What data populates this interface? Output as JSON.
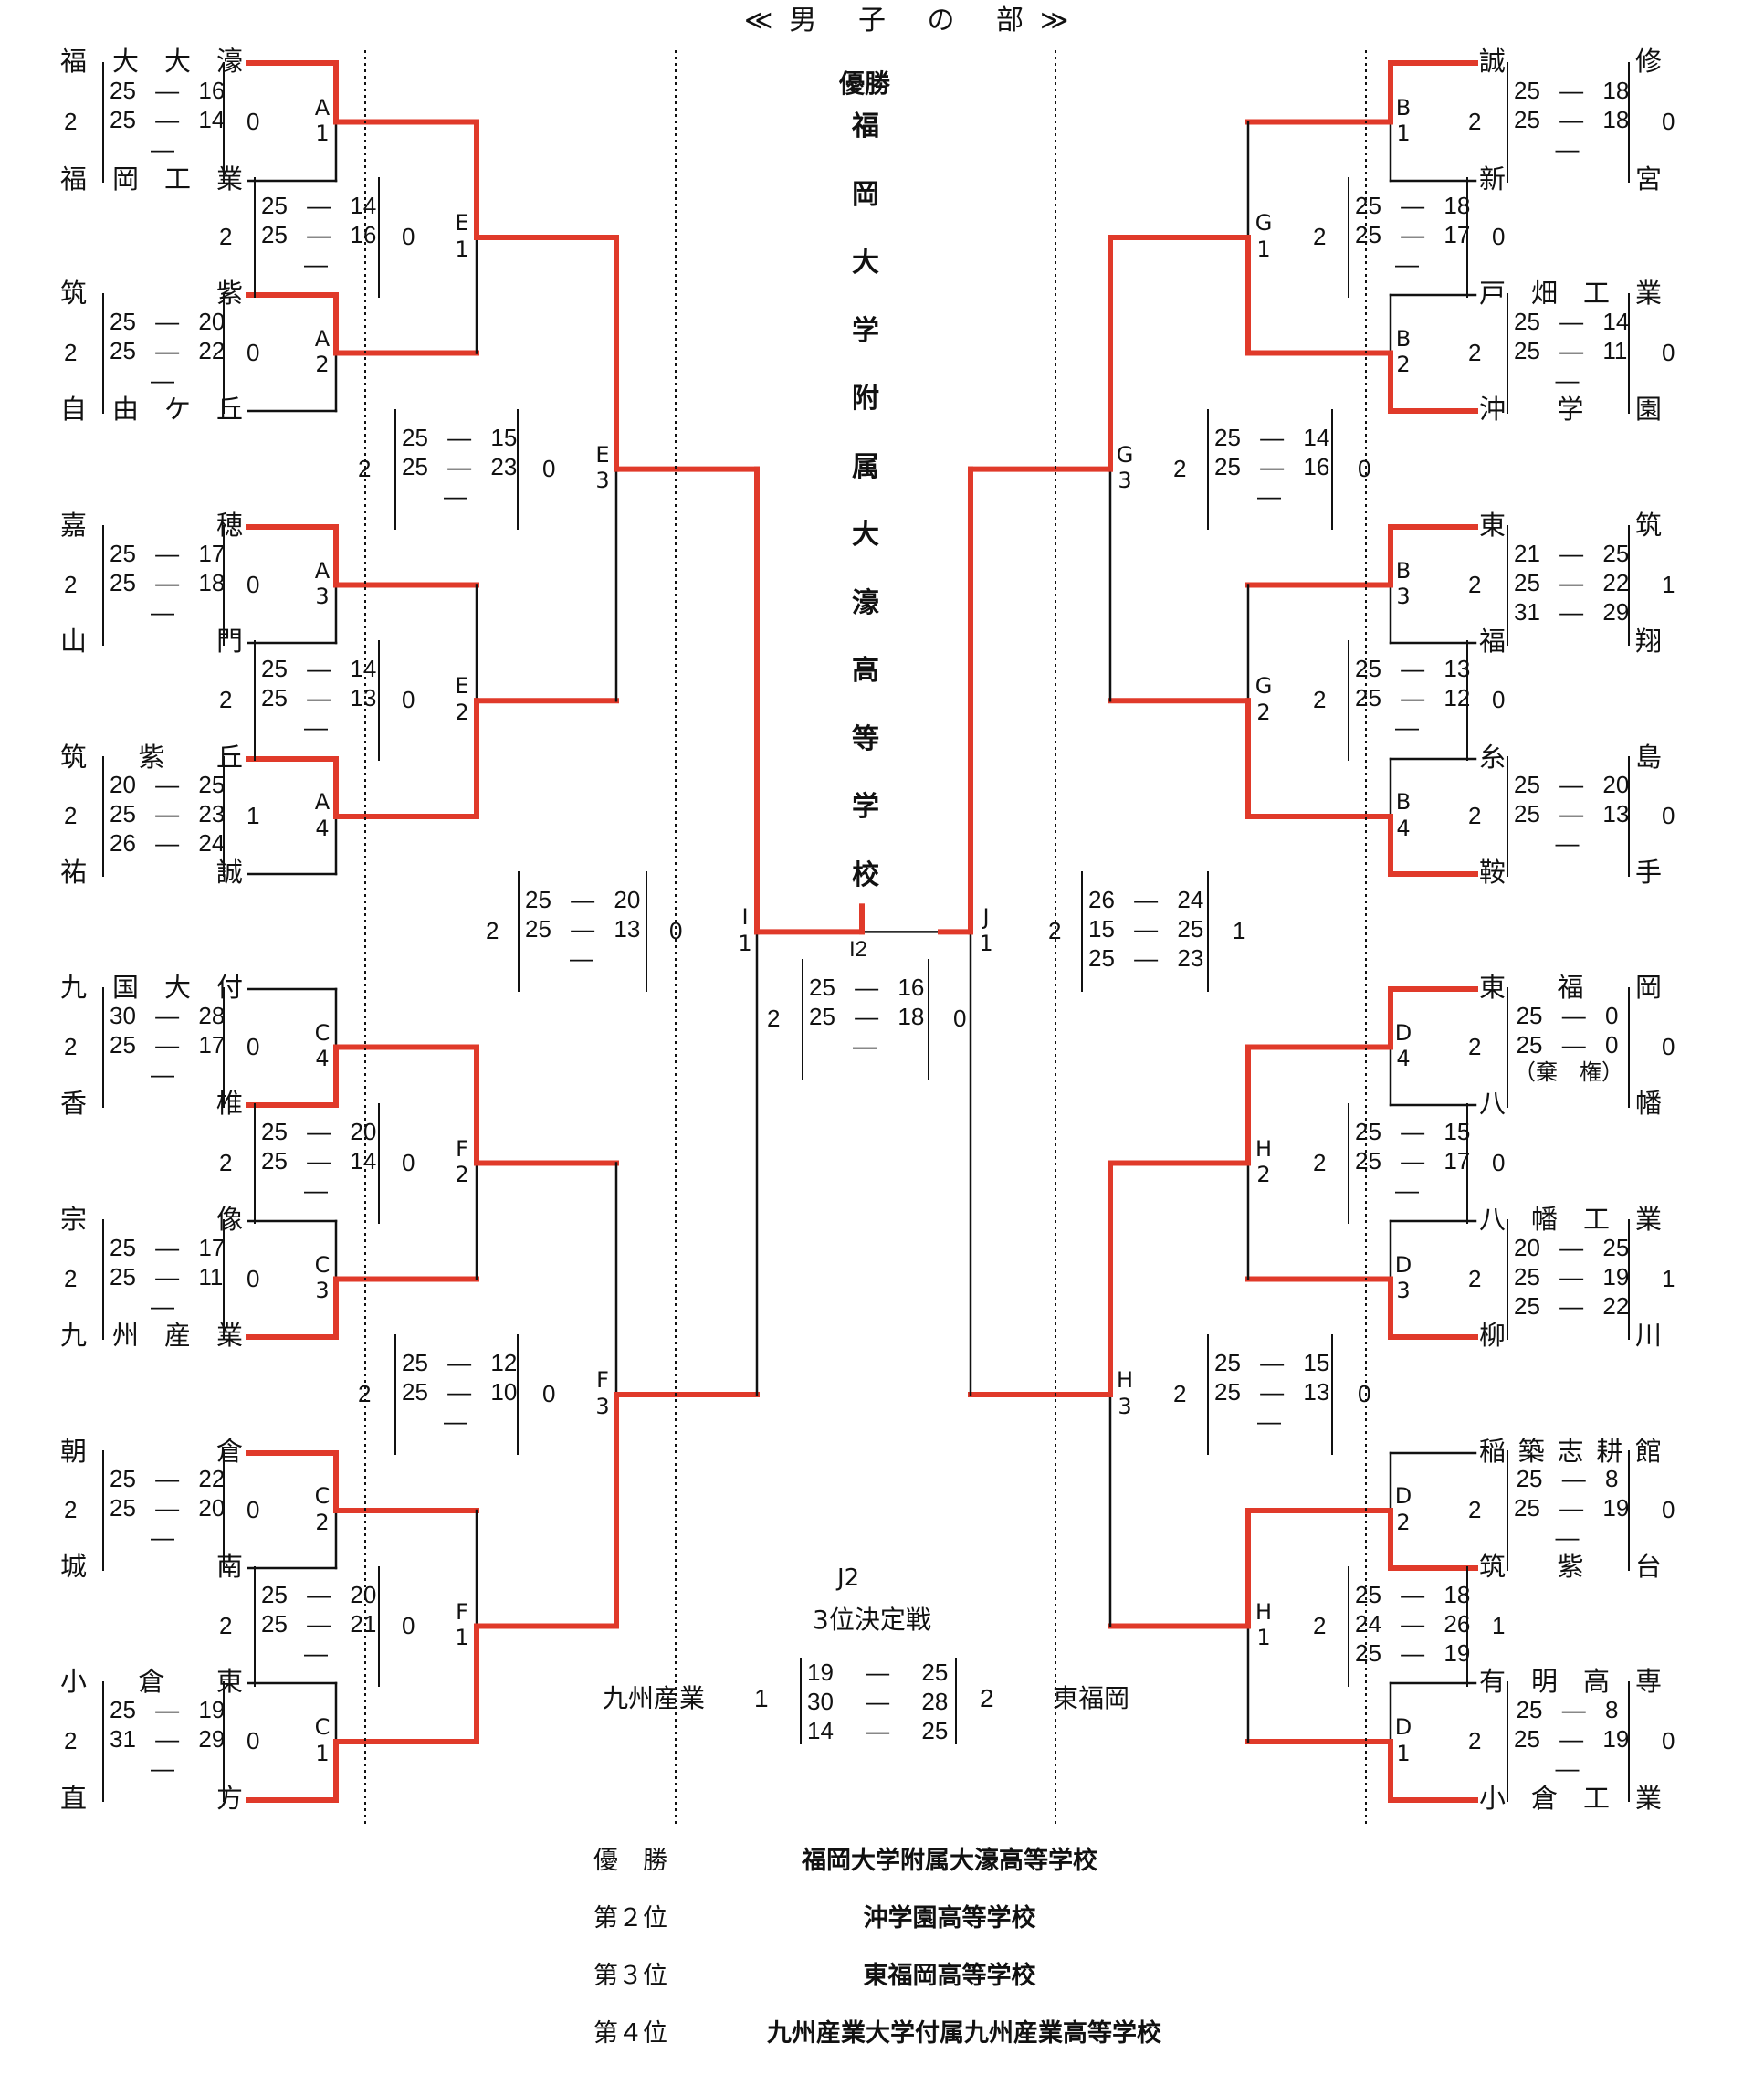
{
  "title": "≪男 子 の 部≫",
  "champion_banner": {
    "label": "優勝",
    "name_chars": [
      "福",
      "岡",
      "大",
      "学",
      "附",
      "属",
      "大",
      "濠",
      "高",
      "等",
      "学",
      "校"
    ]
  },
  "colors": {
    "winner_line": "#e03a2a",
    "line": "#111111"
  },
  "left_teams": [
    [
      "福",
      "大",
      "大",
      "濠"
    ],
    [
      "福",
      "岡",
      "工",
      "業"
    ],
    [
      "筑",
      "紫"
    ],
    [
      "自",
      "由",
      "ケ",
      "丘"
    ],
    [
      "嘉",
      "穂"
    ],
    [
      "山",
      "門"
    ],
    [
      "筑",
      "紫",
      "丘"
    ],
    [
      "祐",
      "誠"
    ],
    [
      "九",
      "国",
      "大",
      "付"
    ],
    [
      "香",
      "椎"
    ],
    [
      "宗",
      "像"
    ],
    [
      "九",
      "州",
      "産",
      "業"
    ],
    [
      "朝",
      "倉"
    ],
    [
      "城",
      "南"
    ],
    [
      "小",
      "倉",
      "東"
    ],
    [
      "直",
      "方"
    ]
  ],
  "right_teams": [
    [
      "誠",
      "修"
    ],
    [
      "新",
      "宮"
    ],
    [
      "戸",
      "畑",
      "工",
      "業"
    ],
    [
      "沖",
      "学",
      "園"
    ],
    [
      "東",
      "筑"
    ],
    [
      "福",
      "翔"
    ],
    [
      "糸",
      "島"
    ],
    [
      "鞍",
      "手"
    ],
    [
      "東",
      "福",
      "岡"
    ],
    [
      "八",
      "幡"
    ],
    [
      "八",
      "幡",
      "工",
      "業"
    ],
    [
      "柳",
      "川"
    ],
    [
      "稲",
      "築",
      "志",
      "耕",
      "館"
    ],
    [
      "筑",
      "紫",
      "台"
    ],
    [
      "有",
      "明",
      "高",
      "専"
    ],
    [
      "小",
      "倉",
      "工",
      "業"
    ]
  ],
  "matches": {
    "A1": {
      "label": [
        "A",
        "1"
      ],
      "w": "2",
      "l": "0",
      "sets": [
        "25 — 16",
        "25 — 14",
        "—"
      ]
    },
    "A2": {
      "label": [
        "A",
        "2"
      ],
      "w": "2",
      "l": "0",
      "sets": [
        "25 — 20",
        "25 — 22",
        "—"
      ]
    },
    "A3": {
      "label": [
        "A",
        "3"
      ],
      "w": "2",
      "l": "0",
      "sets": [
        "25 — 17",
        "25 — 18",
        "—"
      ]
    },
    "A4": {
      "label": [
        "A",
        "4"
      ],
      "w": "2",
      "l": "1",
      "sets": [
        "20 — 25",
        "25 — 23",
        "26 — 24"
      ]
    },
    "C4": {
      "label": [
        "C",
        "4"
      ],
      "w": "2",
      "l": "0",
      "sets": [
        "30 — 28",
        "25 — 17",
        "—"
      ]
    },
    "C3": {
      "label": [
        "C",
        "3"
      ],
      "w": "2",
      "l": "0",
      "sets": [
        "25 — 17",
        "25 — 11",
        "—"
      ]
    },
    "C2": {
      "label": [
        "C",
        "2"
      ],
      "w": "2",
      "l": "0",
      "sets": [
        "25 — 22",
        "25 — 20",
        "—"
      ]
    },
    "C1": {
      "label": [
        "C",
        "1"
      ],
      "w": "2",
      "l": "0",
      "sets": [
        "25 — 19",
        "31 — 29",
        "—"
      ]
    },
    "E1": {
      "label": [
        "E",
        "1"
      ],
      "w": "2",
      "l": "0",
      "sets": [
        "25 — 14",
        "25 — 16",
        "—"
      ]
    },
    "E2": {
      "label": [
        "E",
        "2"
      ],
      "w": "2",
      "l": "0",
      "sets": [
        "25 — 14",
        "25 — 13",
        "—"
      ]
    },
    "F2": {
      "label": [
        "F",
        "2"
      ],
      "w": "2",
      "l": "0",
      "sets": [
        "25 — 20",
        "25 — 14",
        "—"
      ]
    },
    "F1": {
      "label": [
        "F",
        "1"
      ],
      "w": "2",
      "l": "0",
      "sets": [
        "25 — 20",
        "25 — 21",
        "—"
      ]
    },
    "E3": {
      "label": [
        "E",
        "3"
      ],
      "w": "2",
      "l": "0",
      "sets": [
        "25 — 15",
        "25 — 23",
        "—"
      ]
    },
    "F3": {
      "label": [
        "F",
        "3"
      ],
      "w": "2",
      "l": "0",
      "sets": [
        "25 — 12",
        "25 — 10",
        "—"
      ]
    },
    "I1": {
      "label": [
        "I",
        "1"
      ],
      "w": "2",
      "l": "0",
      "sets": [
        "25 — 20",
        "25 — 13",
        "—"
      ]
    },
    "I2": {
      "label": "I2",
      "w": "2",
      "l": "0",
      "sets": [
        "25 — 16",
        "25 — 18",
        "—"
      ]
    },
    "J1": {
      "label": [
        "J",
        "1"
      ],
      "w": "2",
      "l": "1",
      "sets": [
        "26 — 24",
        "15 — 25",
        "25 — 23"
      ]
    },
    "B1": {
      "label": [
        "B",
        "1"
      ],
      "w": "2",
      "l": "0",
      "sets": [
        "25 — 18",
        "25 — 18",
        "—"
      ]
    },
    "B2": {
      "label": [
        "B",
        "2"
      ],
      "w": "2",
      "l": "0",
      "sets": [
        "25 — 14",
        "25 — 11",
        "—"
      ]
    },
    "B3": {
      "label": [
        "B",
        "3"
      ],
      "w": "2",
      "l": "1",
      "sets": [
        "21 — 25",
        "25 — 22",
        "31 — 29"
      ]
    },
    "B4": {
      "label": [
        "B",
        "4"
      ],
      "w": "2",
      "l": "0",
      "sets": [
        "25 — 20",
        "25 — 13",
        "—"
      ]
    },
    "D4": {
      "label": [
        "D",
        "4"
      ],
      "w": "2",
      "l": "0",
      "sets": [
        "25 — 0",
        "25 — 0",
        "（棄　権）"
      ]
    },
    "D3": {
      "label": [
        "D",
        "3"
      ],
      "w": "2",
      "l": "1",
      "sets": [
        "20 — 25",
        "25 — 19",
        "25 — 22"
      ]
    },
    "D2": {
      "label": [
        "D",
        "2"
      ],
      "w": "2",
      "l": "0",
      "sets": [
        "25 — 8",
        "25 — 19",
        "—"
      ]
    },
    "D1": {
      "label": [
        "D",
        "1"
      ],
      "w": "2",
      "l": "0",
      "sets": [
        "25 — 8",
        "25 — 19",
        "—"
      ]
    },
    "G1": {
      "label": [
        "G",
        "1"
      ],
      "w": "2",
      "l": "0",
      "sets": [
        "25 — 18",
        "25 — 17",
        "—"
      ]
    },
    "G2": {
      "label": [
        "G",
        "2"
      ],
      "w": "2",
      "l": "0",
      "sets": [
        "25 — 13",
        "25 — 12",
        "—"
      ]
    },
    "H2": {
      "label": [
        "H",
        "2"
      ],
      "w": "2",
      "l": "0",
      "sets": [
        "25 — 15",
        "25 — 17",
        "—"
      ]
    },
    "H1": {
      "label": [
        "H",
        "1"
      ],
      "w": "2",
      "l": "1",
      "sets": [
        "25 — 18",
        "24 — 26",
        "25 — 19"
      ]
    },
    "G3": {
      "label": [
        "G",
        "3"
      ],
      "w": "2",
      "l": "0",
      "sets": [
        "25 — 14",
        "25 — 16",
        "—"
      ]
    },
    "H3": {
      "label": [
        "H",
        "3"
      ],
      "w": "2",
      "l": "0",
      "sets": [
        "25 — 15",
        "25 — 13",
        "—"
      ]
    }
  },
  "third_place": {
    "code": "J2",
    "title": "3位決定戦",
    "left_team": "九州産業",
    "left_sets_won": "1",
    "sets": [
      "19 — 25",
      "30 — 28",
      "14 — 25"
    ],
    "right_sets_won": "2",
    "right_team": "東福岡"
  },
  "results": [
    {
      "rank": "優　勝",
      "school": "福岡大学附属大濠高等学校"
    },
    {
      "rank": "第２位",
      "school": "沖学園高等学校"
    },
    {
      "rank": "第３位",
      "school": "東福岡高等学校"
    },
    {
      "rank": "第４位",
      "school": "九州産業大学付属九州産業高等学校"
    }
  ]
}
